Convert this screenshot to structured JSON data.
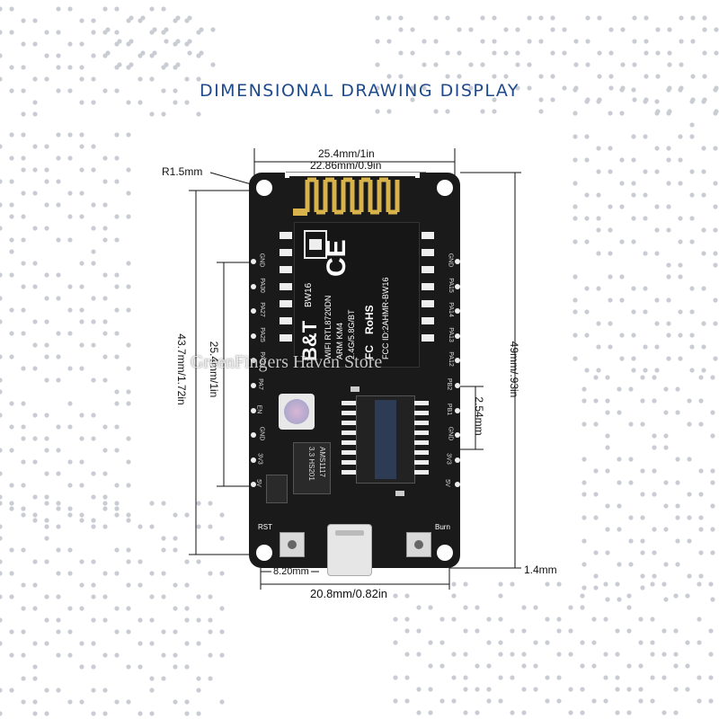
{
  "title": "DIMENSIONAL DRAWING DISPLAY",
  "dimensions": {
    "top_width": "25.4mm/1in",
    "antenna_width": "22.86mm/0.9in",
    "corner_radius": "R1.5mm",
    "left_height": "43.7mm/1.72in",
    "pin_span": "25.4mm/1in",
    "right_height": "49mm/.93in",
    "pin_pitch": "2.54mm",
    "hole_offset": "8.20mm",
    "bottom_width": "20.8mm/0.82in",
    "bottom_margin": "1.4mm"
  },
  "module": {
    "brand": "B&T",
    "model": "BW16",
    "chip": "WIFI RTL8720DN",
    "core": "ARM KM4",
    "bands": "2.4G/5.8G/BT",
    "fcc_id": "FCC ID:2AHMR-BW16",
    "ce_mark": "CE",
    "fc_mark": "FC",
    "rohs": "RoHS"
  },
  "left_pins": [
    "GND",
    "PA30",
    "PA27",
    "PA25",
    "PA26",
    "PA7",
    "EN",
    "GND",
    "3V3",
    "5V"
  ],
  "right_pins": [
    "GND",
    "PA15",
    "PA14",
    "PA13",
    "PA12",
    "PB2",
    "PB1",
    "GND",
    "3V3",
    "5V"
  ],
  "regulator": {
    "line1": "AMS1117",
    "line2": "3.3 HS201"
  },
  "buttons": {
    "left": "RST",
    "right": "Burn"
  },
  "watermark": "GreenFingers Haven Store",
  "colors": {
    "title": "#1e4a8c",
    "board": "#1a1a1a",
    "antenna": "#d8b24a",
    "background_dots": "#c9cdd3"
  }
}
